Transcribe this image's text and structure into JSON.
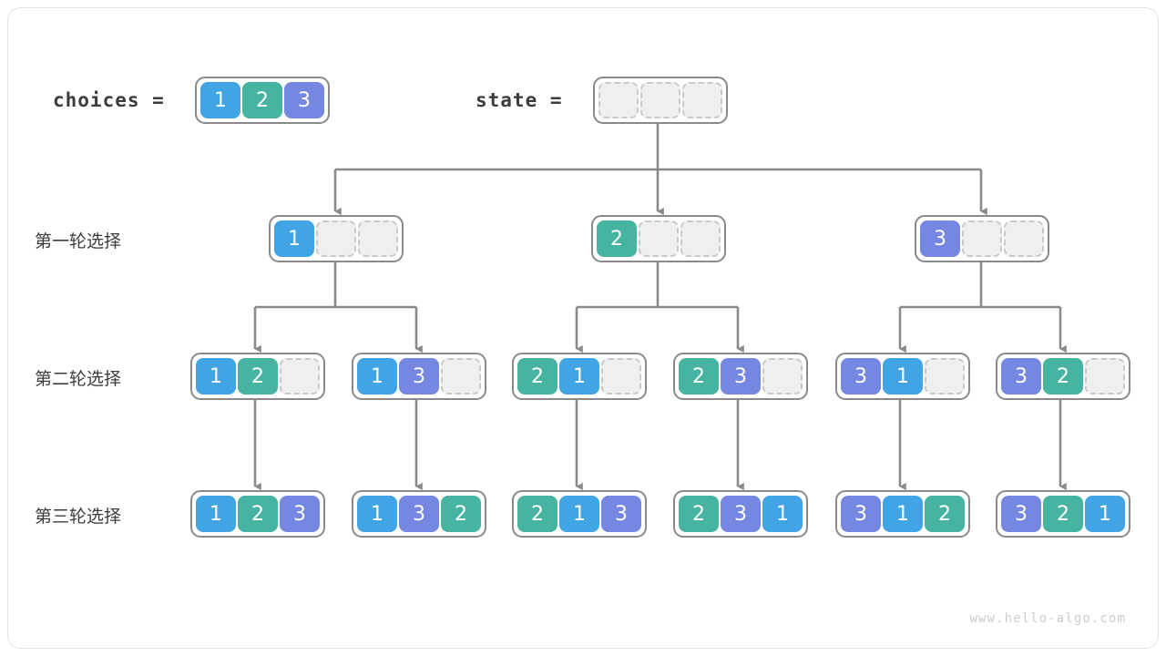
{
  "diagram": {
    "title_choices": "choices  =",
    "title_state": "state  =",
    "watermark": "www.hello-algo.com",
    "colors": {
      "one": "#41a5e5",
      "two": "#46b4a0",
      "three": "#7587e0",
      "empty": "#efefef",
      "empty_border": "#c9c9c9",
      "box_border": "#8a8a8a",
      "edge": "#8a8a8a",
      "text": "#3c3c3c",
      "frame": "#e3e3e3"
    },
    "root": {
      "choices": [
        "1",
        "2",
        "3"
      ],
      "state": [
        "",
        "",
        ""
      ]
    },
    "row_labels": [
      "第一轮选择",
      "第二轮选择",
      "第三轮选择"
    ],
    "level1": [
      {
        "cells": [
          "1",
          "",
          ""
        ]
      },
      {
        "cells": [
          "2",
          "",
          ""
        ]
      },
      {
        "cells": [
          "3",
          "",
          ""
        ]
      }
    ],
    "level2": [
      {
        "cells": [
          "1",
          "2",
          ""
        ]
      },
      {
        "cells": [
          "1",
          "3",
          ""
        ]
      },
      {
        "cells": [
          "2",
          "1",
          ""
        ]
      },
      {
        "cells": [
          "2",
          "3",
          ""
        ]
      },
      {
        "cells": [
          "3",
          "1",
          ""
        ]
      },
      {
        "cells": [
          "3",
          "2",
          ""
        ]
      }
    ],
    "level3": [
      {
        "cells": [
          "1",
          "2",
          "3"
        ]
      },
      {
        "cells": [
          "1",
          "3",
          "2"
        ]
      },
      {
        "cells": [
          "2",
          "1",
          "3"
        ]
      },
      {
        "cells": [
          "2",
          "3",
          "1"
        ]
      },
      {
        "cells": [
          "3",
          "1",
          "2"
        ]
      },
      {
        "cells": [
          "3",
          "2",
          "1"
        ]
      }
    ]
  }
}
